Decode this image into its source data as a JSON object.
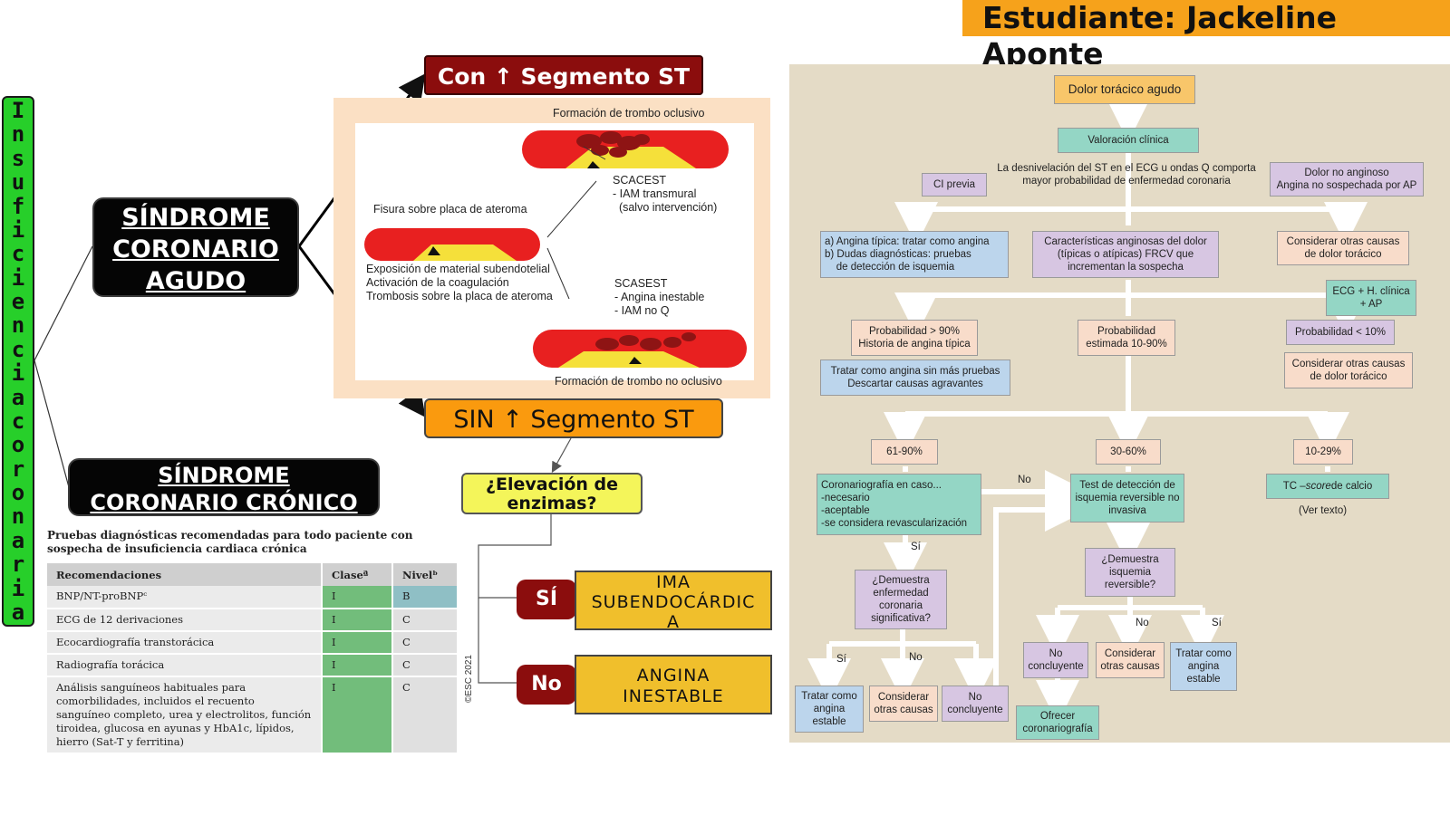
{
  "student": "Estudiante: Jackeline Aponte",
  "vertical_title": "Insuficiencia coronaria",
  "boxes": {
    "sca_lines": [
      "SÍNDROME",
      "CORONARIO",
      "AGUDO"
    ],
    "scc_lines": [
      "SÍNDROME",
      "CORONARIO CRÓNICO"
    ],
    "con_st": "Con ↑ Segmento ST",
    "sin_st": "SIN ↑ Segmento ST",
    "enzimas_lines": [
      "¿Elevación de",
      "enzimas?"
    ],
    "si": "SÍ",
    "no": "No",
    "ima_lines": [
      "IMA",
      "SUBENDOCÁRDIC",
      "A"
    ],
    "angina_lines": [
      "ANGINA",
      "INESTABLE"
    ]
  },
  "figure": {
    "top_caption": "Formación de trombo oclusivo",
    "fisura": "Fisura sobre placa de ateroma",
    "exposicion": "Exposición de material subendotelial\nActivación de la coagulación\nTrombosis sobre la placa de ateroma",
    "scacest": "SCACEST\n- IAM transmural\n  (salvo intervención)",
    "scasest": "SCASEST\n- Angina inestable\n- IAM no Q",
    "bottom_caption": "Formación de trombo no oclusivo"
  },
  "table": {
    "caption": "Pruebas diagnósticas recomendadas para todo paciente con sospecha de insuficiencia cardiaca crónica",
    "headers": [
      "Recomendaciones",
      "Claseª",
      "Nivelᵇ"
    ],
    "rows": [
      [
        "BNP/NT-proBNPᶜ",
        "I",
        "B"
      ],
      [
        "ECG de 12 derivaciones",
        "I",
        "C"
      ],
      [
        "Ecocardiografía transtorácica",
        "I",
        "C"
      ],
      [
        "Radiografía torácica",
        "I",
        "C"
      ],
      [
        "Análisis sanguíneos habituales para comorbilidades, incluidos el recuento sanguíneo completo, urea y electrolitos, función tiroidea, glucosa en ayunas y HbA1c, lípidos, hierro (Sat-T y ferritina)",
        "I",
        "C"
      ]
    ],
    "source": "©ESC 2021"
  },
  "flowchart": {
    "dolor": "Dolor torácico agudo",
    "valoracion": "Valoración clínica",
    "ci_previa": "CI previa",
    "desnivelacion": "La desnivelación del ST en el ECG u ondas Q comporta mayor probabilidad de enfermedad coronaria",
    "dolor_no_anginoso": "Dolor no anginoso\nAngina no sospechada por AP",
    "angina_tipica": "a) Angina típica: tratar como angina\nb) Dudas diagnósticas: pruebas\n    de detección de isquemia",
    "caracteristicas": "Características anginosas del dolor (típicas o atípicas) FRCV que incrementan la sospecha",
    "considerar_otras_1": "Considerar otras causas de dolor torácico",
    "ecg_hclinica": "ECG + H. clínica + AP",
    "prob_90": "Probabilidad > 90%\nHistoria de angina típica",
    "prob_10_90": "Probabilidad estimada 10-90%",
    "prob_10": "Probabilidad < 10%",
    "tratar_angina": "Tratar como angina sin más pruebas\nDescartar causas agravantes",
    "considerar_otras_2": "Considerar otras causas de dolor torácico",
    "p61_90": "61-90%",
    "p30_60": "30-60%",
    "p10_29": "10-29%",
    "coronariografia": "Coronariografía en caso...\n-necesario\n-aceptable\n-se considera revascularización",
    "test_isquemia": "Test de detección de isquemia reversible no invasiva",
    "tc_score_pre": "TC – ",
    "tc_score_em": "score",
    "tc_score_post": " de calcio",
    "ver_texto": "(Ver texto)",
    "lbl_no_1": "No",
    "lbl_si_1": "Sí",
    "demuestra_enfermedad": "¿Demuestra enfermedad coronaria significativa?",
    "demuestra_isquemia": "¿Demuestra isquemia reversible?",
    "lbl_no_2": "No",
    "lbl_si_2": "Sí",
    "lbl_si_3": "Sí",
    "lbl_no_3": "No",
    "no_concluyente_1": "No concluyente",
    "considerar_otras_3": "Considerar otras causas",
    "tratar_estable_1": "Tratar como angina estable",
    "tratar_estable_2": "Tratar como angina estable",
    "considerar_otras_4": "Considerar otras causas",
    "no_concluyente_2": "No concluyente",
    "ofrecer_coronariografia": "Ofrecer coronariografía"
  }
}
